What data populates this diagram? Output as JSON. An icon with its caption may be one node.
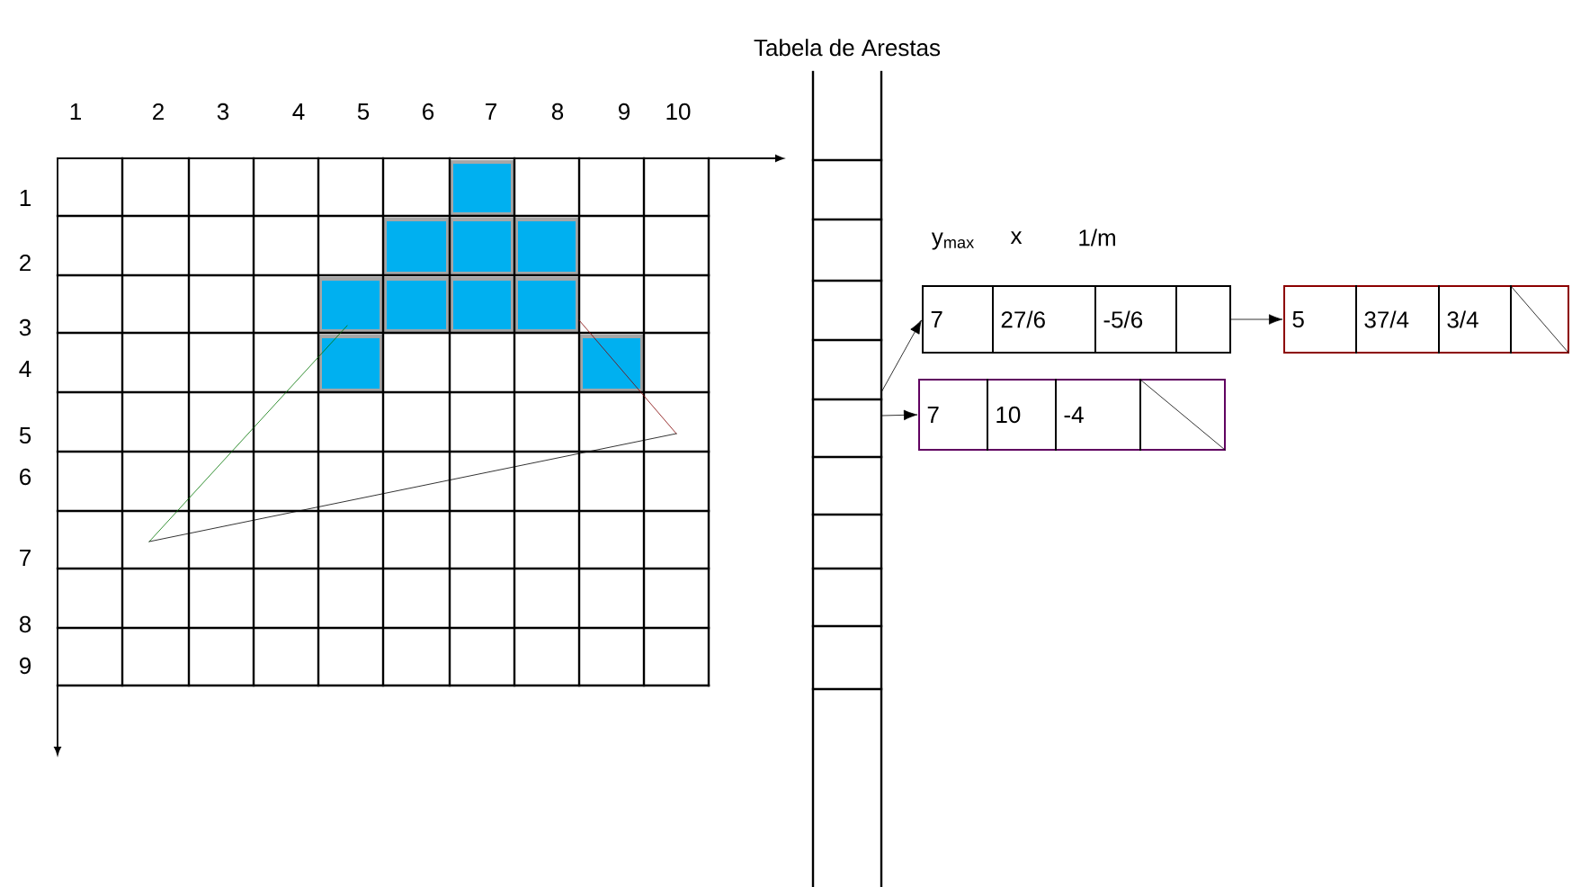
{
  "diagram": {
    "nodes": [
      {
        "text": [
          "Tabela de Arestas"
        ]
      },
      {
        "text": [
          "7",
          "27/6",
          "-5/6"
        ]
      },
      {
        "text": [
          "5",
          "37/4",
          "3/4"
        ]
      },
      {
        "text": [
          "7",
          "10",
          "-4"
        ]
      }
    ],
    "edges": [
      {
        "from": 0,
        "to": 1,
        "arrow": "to"
      },
      {
        "from": 1,
        "to": 2,
        "arrow": "to"
      },
      {
        "from": 0,
        "to": 3,
        "arrow": "to"
      }
    ],
    "labels": [
      "1",
      "2",
      "3",
      "4",
      "5",
      "6",
      "7",
      "8",
      "9",
      "10",
      "1",
      "2",
      "3",
      "4",
      "5",
      "6",
      "7",
      "8",
      "9",
      "y$_{max}$",
      "x",
      "1/m"
    ]
  }
}
